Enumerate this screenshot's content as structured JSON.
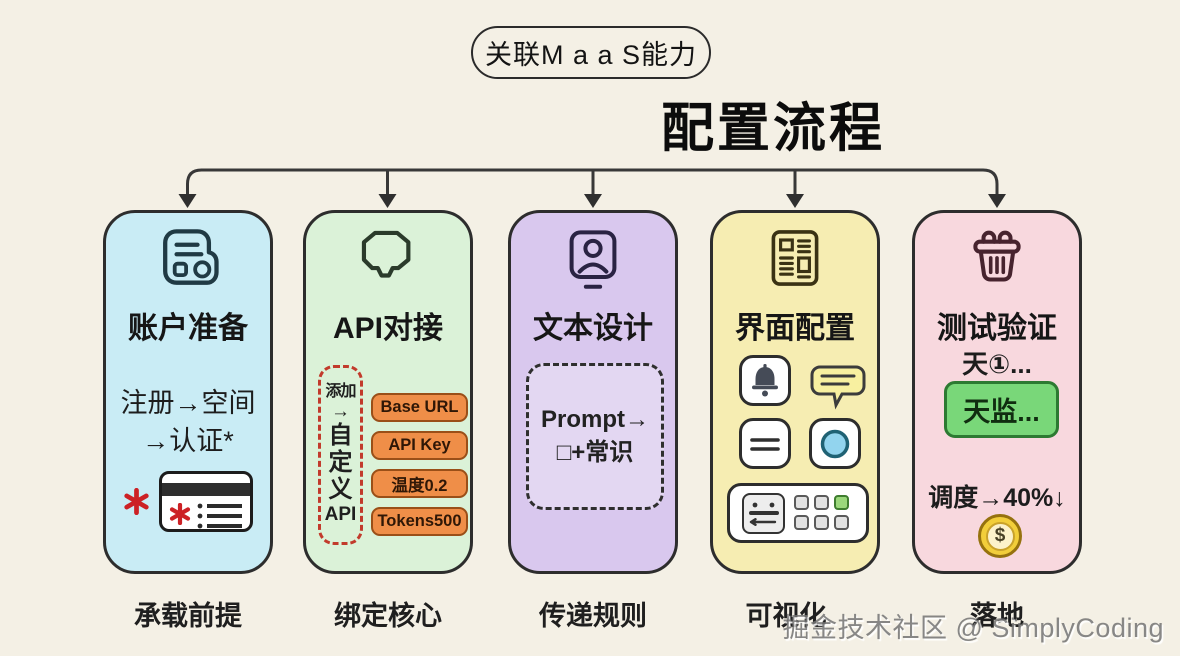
{
  "header": {
    "tag_label": "关联M a a S能力",
    "title": "配置流程"
  },
  "cards": [
    {
      "title": "账户准备",
      "icon": "id-card-reader-icon",
      "lines": [
        "注册→空间",
        "→认证*"
      ],
      "bottom_icons": [
        "red-asterisk-icon",
        "credit-card-icon"
      ],
      "footer": "承载前提",
      "color": "#c9ecf5"
    },
    {
      "title": "API对接",
      "icon": "plugin-badge-icon",
      "side_note": [
        "添加",
        "→",
        "自",
        "定",
        "义",
        "API"
      ],
      "pills": [
        "Base URL",
        "API Key",
        "温度0.2",
        "Tokens500"
      ],
      "footer": "绑定核心",
      "color": "#dbf2d8",
      "pill_color": "#ef8e48",
      "dash_color": "#c23b2c"
    },
    {
      "title": "文本设计",
      "icon": "profile-frame-icon",
      "box_lines": [
        "Prompt→",
        "□+常识"
      ],
      "footer": "传递规则",
      "color": "#d9c8ee"
    },
    {
      "title": "界面配置",
      "icon": "newspaper-icon",
      "widgets": [
        "bell-icon",
        "speech-bubble-icon",
        "menu-lines-icon",
        "record-circle-icon",
        "keypad-icon",
        "button-grid"
      ],
      "footer": "可视化",
      "color": "#f6edb2"
    },
    {
      "title": "测试验证",
      "icon": "basket-icon",
      "subtitle": "天①...",
      "button_label": "天监...",
      "metric": "调度→40%↓",
      "coin_symbol": "$",
      "footer": "落地",
      "color": "#f8d8de",
      "button_color": "#79d779",
      "coin_color": "#f2ce3a"
    }
  ],
  "watermark": "掘金技术社区 @ SimplyCoding",
  "colors": {
    "background": "#f4f0e5",
    "line": "#383838",
    "accent_red": "#cc2125"
  }
}
